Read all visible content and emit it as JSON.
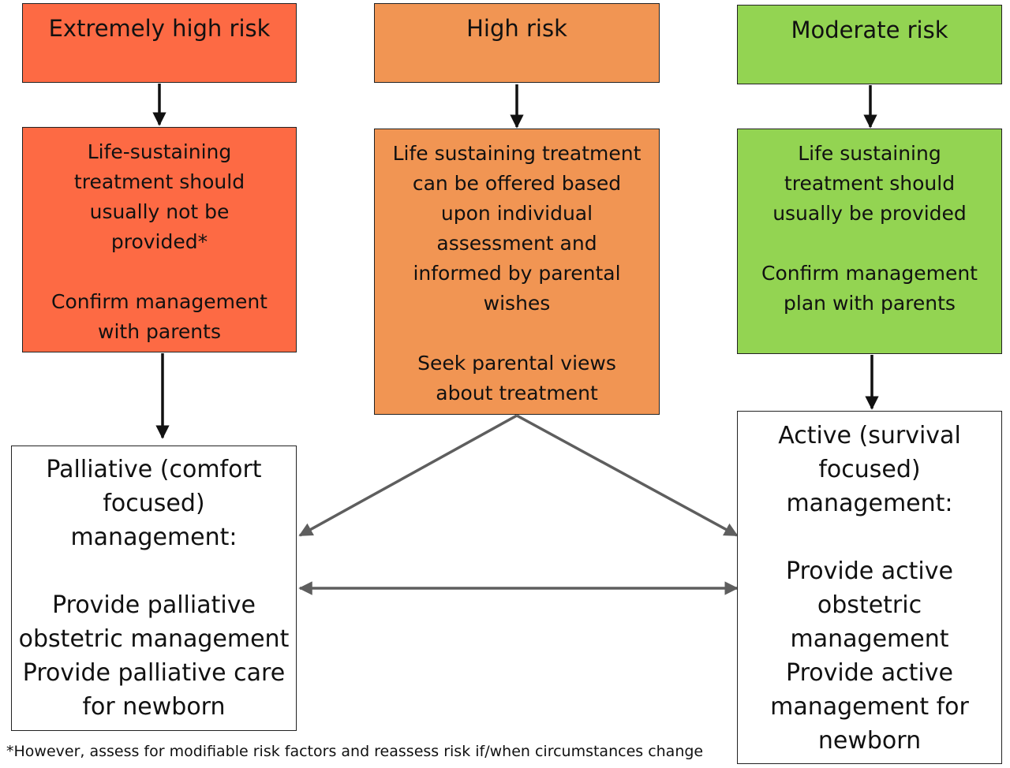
{
  "colors": {
    "extreme": "#fd6a44",
    "high": "#f19553",
    "moderate": "#93d452",
    "outcome": "#ffffff",
    "black_arrow": "#111111",
    "gray_arrow": "#5e5e5e"
  },
  "columns": {
    "extreme": {
      "header": "Extremely high risk",
      "body": [
        "Life-sustaining",
        "treatment should",
        "usually not be",
        "provided*",
        "",
        "Confirm management",
        "with parents"
      ]
    },
    "high": {
      "header": "High risk",
      "body": [
        "Life sustaining treatment",
        "can be offered based",
        "upon individual",
        "assessment and",
        "informed by parental",
        "wishes",
        "",
        "Seek parental views",
        "about treatment"
      ]
    },
    "moderate": {
      "header": "Moderate risk",
      "body": [
        "Life sustaining",
        "treatment should",
        "usually be provided",
        "",
        "Confirm management",
        "plan with parents"
      ]
    }
  },
  "outcomes": {
    "palliative": [
      "Palliative  (comfort",
      "focused)",
      "management:",
      "",
      "Provide palliative",
      "obstetric management",
      "Provide palliative care",
      "for newborn"
    ],
    "active": [
      "Active (survival",
      "focused)",
      "management:",
      "",
      "Provide active",
      "obstetric",
      "management",
      "Provide active",
      "management for",
      "newborn"
    ]
  },
  "footnote": "*However, assess for modifiable risk factors and reassess risk if/when circumstances change"
}
